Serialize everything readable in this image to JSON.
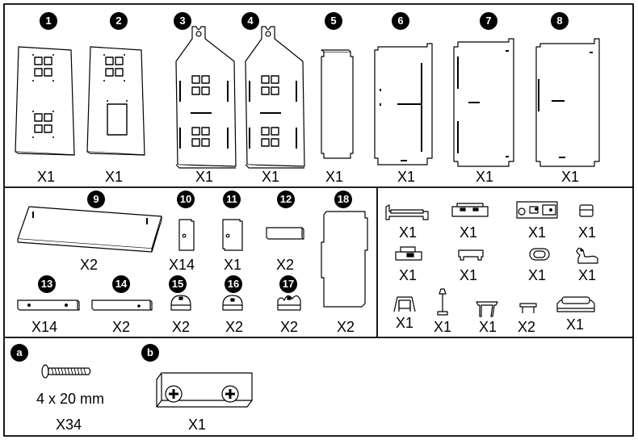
{
  "parts": [
    {
      "id": "p1",
      "number": "1",
      "qty": "X1"
    },
    {
      "id": "p2",
      "number": "2",
      "qty": "X1"
    },
    {
      "id": "p3",
      "number": "3",
      "qty": "X1"
    },
    {
      "id": "p4",
      "number": "4",
      "qty": "X1"
    },
    {
      "id": "p5",
      "number": "5",
      "qty": "X1"
    },
    {
      "id": "p6",
      "number": "6",
      "qty": "X1"
    },
    {
      "id": "p7",
      "number": "7",
      "qty": "X1"
    },
    {
      "id": "p8",
      "number": "8",
      "qty": "X1"
    },
    {
      "id": "p9",
      "number": "9",
      "qty": "X2"
    },
    {
      "id": "p10",
      "number": "10",
      "qty": "X14"
    },
    {
      "id": "p11",
      "number": "11",
      "qty": "X1"
    },
    {
      "id": "p12",
      "number": "12",
      "qty": "X2"
    },
    {
      "id": "p13",
      "number": "13",
      "qty": "X14"
    },
    {
      "id": "p14",
      "number": "14",
      "qty": "X2"
    },
    {
      "id": "p15",
      "number": "15",
      "qty": "X2"
    },
    {
      "id": "p16",
      "number": "16",
      "qty": "X2"
    },
    {
      "id": "p17",
      "number": "17",
      "qty": "X2"
    },
    {
      "id": "p18",
      "number": "18",
      "qty": "X2"
    }
  ],
  "furniture": [
    {
      "id": "f-bed",
      "qty": "X1"
    },
    {
      "id": "f-bench",
      "qty": "X1"
    },
    {
      "id": "f-kitchen",
      "qty": "X1"
    },
    {
      "id": "f-basket",
      "qty": "X1"
    },
    {
      "id": "f-desk",
      "qty": "X1"
    },
    {
      "id": "f-table",
      "qty": "X1"
    },
    {
      "id": "f-tub",
      "qty": "X1"
    },
    {
      "id": "f-horse",
      "qty": "X1"
    },
    {
      "id": "f-swing",
      "qty": "X1"
    },
    {
      "id": "f-lamp",
      "qty": "X1"
    },
    {
      "id": "f-coffeetable",
      "qty": "X1"
    },
    {
      "id": "f-stool",
      "qty": "X2"
    },
    {
      "id": "f-sofa",
      "qty": "X1"
    }
  ],
  "hardware": [
    {
      "id": "a",
      "letter": "a",
      "size": "4 x 20 mm",
      "qty": "X34"
    },
    {
      "id": "b",
      "letter": "b",
      "qty": "X1"
    }
  ]
}
